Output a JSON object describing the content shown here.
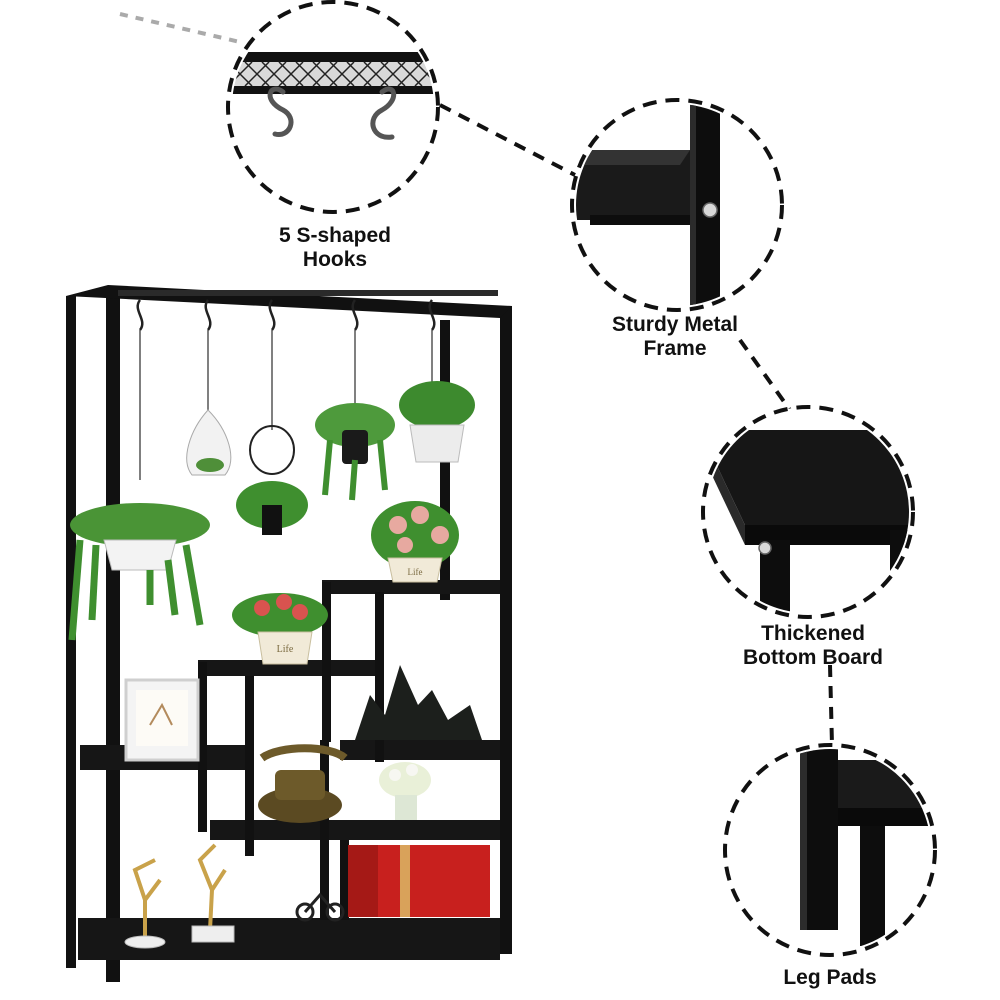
{
  "features": {
    "hooks": {
      "line1": "5 S-shaped",
      "line2": "Hooks",
      "icon": "s-hook-icon"
    },
    "frame": {
      "line1": "Sturdy Metal",
      "line2": "Frame",
      "icon": "frame-joint-icon"
    },
    "bottom": {
      "line1": "Thickened",
      "line2": "Bottom Board",
      "icon": "board-corner-icon"
    },
    "legs": {
      "line1": "Leg Pads",
      "icon": "leg-pad-icon"
    }
  },
  "product": {
    "name": "plant-stand-shelf",
    "pot_label": "Life"
  },
  "colors": {
    "frame": "#111111",
    "accent_box": "#c8201e",
    "plant": "#3f8f2f"
  }
}
